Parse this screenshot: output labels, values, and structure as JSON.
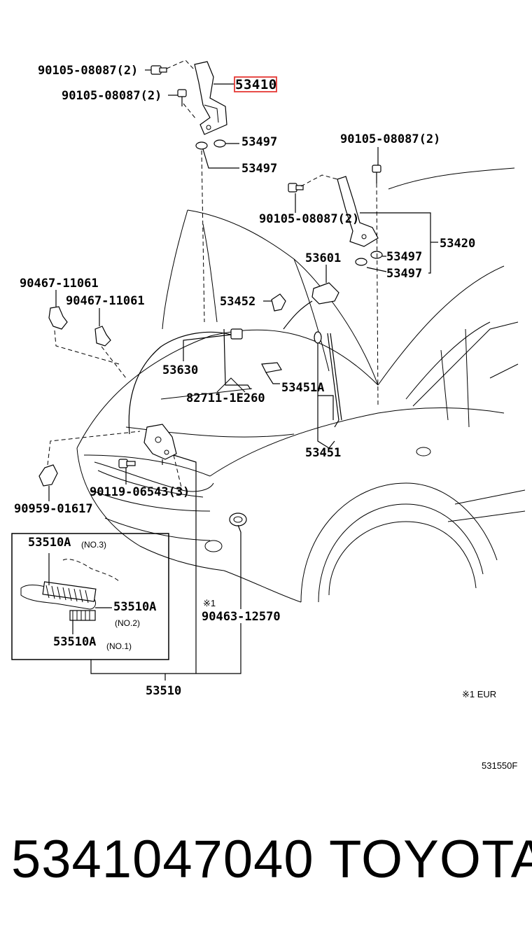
{
  "diagram": {
    "highlight_color": "#e53935",
    "labels": {
      "bolt_hood_hinge_left_1": "90105-08087(2)",
      "bolt_hood_hinge_left_2": "90105-08087(2)",
      "hinge_left": "53410",
      "cushion_a": "53497",
      "cushion_b": "53497",
      "bolt_hood_hinge_right_1": "90105-08087(2)",
      "bolt_hood_hinge_right_2": "90105-08087(2)",
      "hinge_right": "53420",
      "cushion_c": "53497",
      "cushion_d": "53497",
      "clip_1": "90467-11061",
      "clip_2": "90467-11061",
      "hood_lock_control": "53601",
      "stay_holder": "53452",
      "lever": "53630",
      "clamp": "82711-1E260",
      "hood_support_a": "53451A",
      "hood_support": "53451",
      "bracket": "90959-01617",
      "bolt_lock": "90119-06543(3)",
      "cable_assy": "53510",
      "cable_a3": "53510A",
      "cable_a3_note": "(NO.3)",
      "cable_a2": "53510A",
      "cable_a2_note": "(NO.2)",
      "cable_a1": "53510A",
      "cable_a1_note": "(NO.1)",
      "grommet_mark": "※1",
      "grommet": "90463-12570",
      "footnote": "※1 EUR",
      "figure_code": "531550F"
    }
  },
  "footer": {
    "part_number": "5341047040",
    "brand": "TOYOTA"
  }
}
